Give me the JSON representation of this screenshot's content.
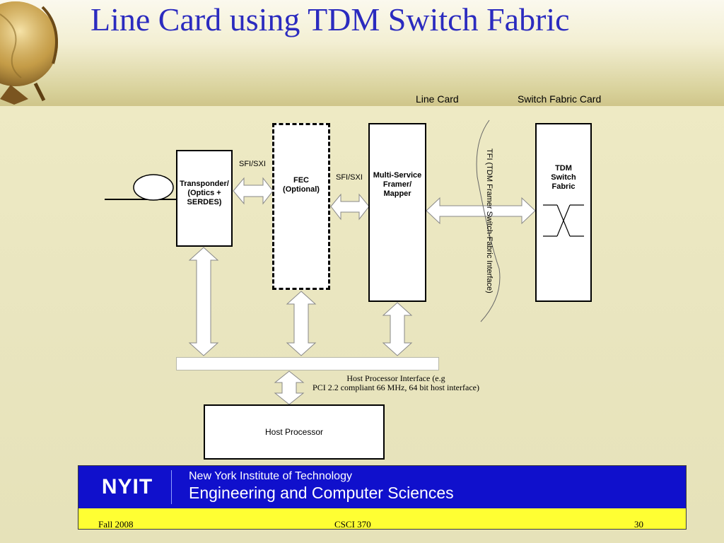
{
  "slide": {
    "title": "Line Card using TDM Switch Fabric"
  },
  "diagram": {
    "line_card_label": "Line Card",
    "switch_fabric_card_label": "Switch Fabric Card",
    "transponder": [
      "Transponder/",
      "(Optics +",
      "SERDES)"
    ],
    "sfi_sxi_1": "SFI/SXI",
    "fec": [
      "FEC",
      "(Optional)"
    ],
    "sfi_sxi_2": "SFI/SXI",
    "framer": [
      "Multi-Service",
      "Framer/",
      "Mapper"
    ],
    "tfi_label": "TFI (TDM Framer Switch-Fabric Interface)",
    "tdm_switch": [
      "TDM",
      "Switch",
      "Fabric"
    ],
    "host_interface_line1": "Host Processor Interface (e.g",
    "host_interface_line2": "PCI 2.2 compliant 66 MHz, 64 bit host interface)",
    "host_processor": "Host Processor"
  },
  "footer": {
    "logo": "NYIT",
    "institute": "New York Institute of Technology",
    "department": "Engineering and Computer Sciences",
    "term": "Fall 2008",
    "course": "CSCI 370",
    "page": "30"
  },
  "colors": {
    "title": "#2b2bbf",
    "footer_blue": "#1010cc",
    "footer_yellow": "#ffff33"
  }
}
